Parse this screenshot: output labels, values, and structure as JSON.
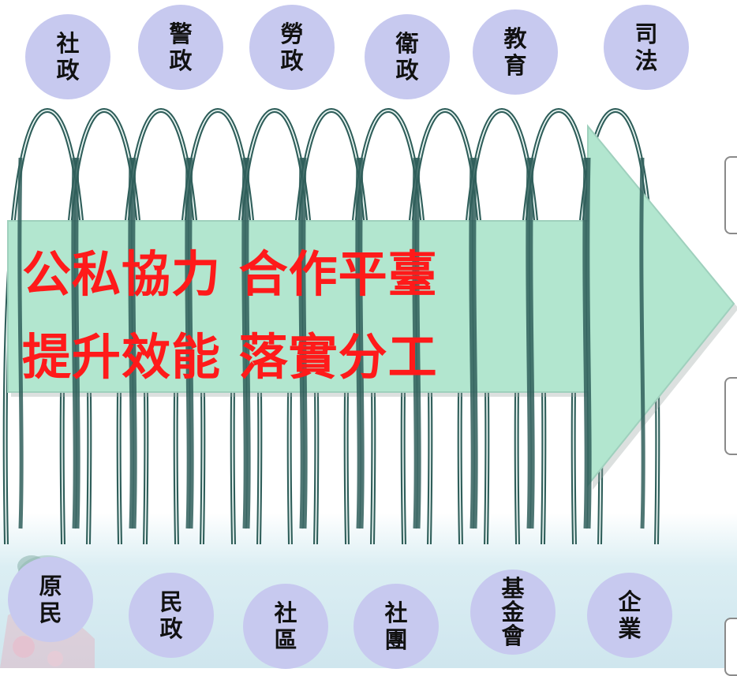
{
  "top_nodes": [
    {
      "line1": "社",
      "line2": "政"
    },
    {
      "line1": "警",
      "line2": "政"
    },
    {
      "line1": "勞",
      "line2": "政"
    },
    {
      "line1": "衛",
      "line2": "政"
    },
    {
      "line1": "教",
      "line2": "育"
    },
    {
      "line1": "司",
      "line2": "法"
    }
  ],
  "bottom_nodes": [
    {
      "line1": "原",
      "line2": "民"
    },
    {
      "line1": "民",
      "line2": "政"
    },
    {
      "line1": "社",
      "line2": "區"
    },
    {
      "line1": "社",
      "line2": "團"
    },
    {
      "line1": "基",
      "line2": "金",
      "line3": "會"
    },
    {
      "line1": "企",
      "line2": "業"
    }
  ],
  "banner": {
    "line1": "公私協力 合作平臺",
    "line2": "提升效能 落實分工"
  },
  "colors": {
    "node_fill": "#c7c9ef",
    "arrow_fill": "#b2e6cf",
    "spiral_stroke": "#2f5e5a",
    "text_red": "#ff1a1a"
  }
}
